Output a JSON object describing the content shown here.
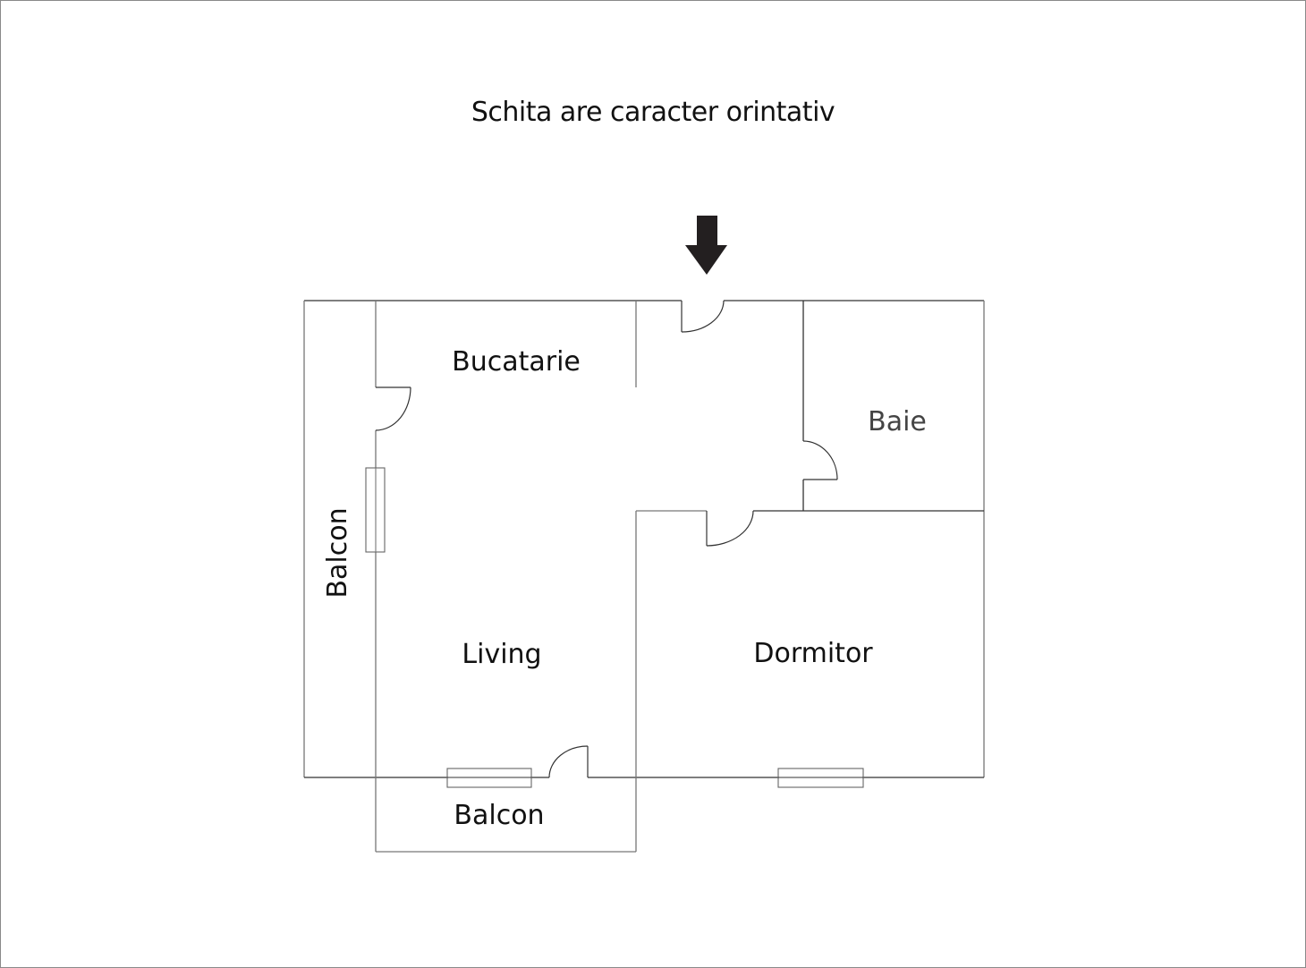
{
  "title": "Schita are caracter orintativ",
  "entrance": {
    "icon": "down-arrow-icon",
    "color": "#231f20"
  },
  "rooms": {
    "bucatarie": "Bucatarie",
    "baie": "Baie",
    "living": "Living",
    "dormitor": "Dormitor",
    "balcon_left": "Balcon",
    "balcon_bottom": "Balcon"
  },
  "colors": {
    "wall": "#333333",
    "wall_light": "#777777",
    "frame": "#8a8a8a",
    "text": "#111111"
  }
}
